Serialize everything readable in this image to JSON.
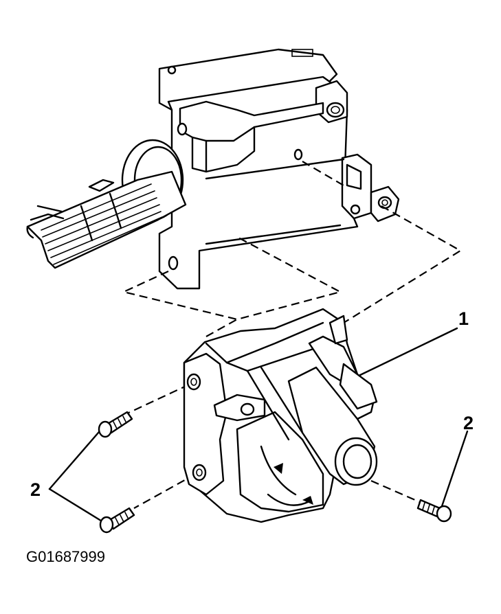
{
  "callouts": {
    "part_1": "1",
    "part_2_right": "2",
    "part_2_left": "2"
  },
  "figure_id": "G01687999",
  "colors": {
    "ink": "#000000",
    "paper": "#ffffff"
  }
}
